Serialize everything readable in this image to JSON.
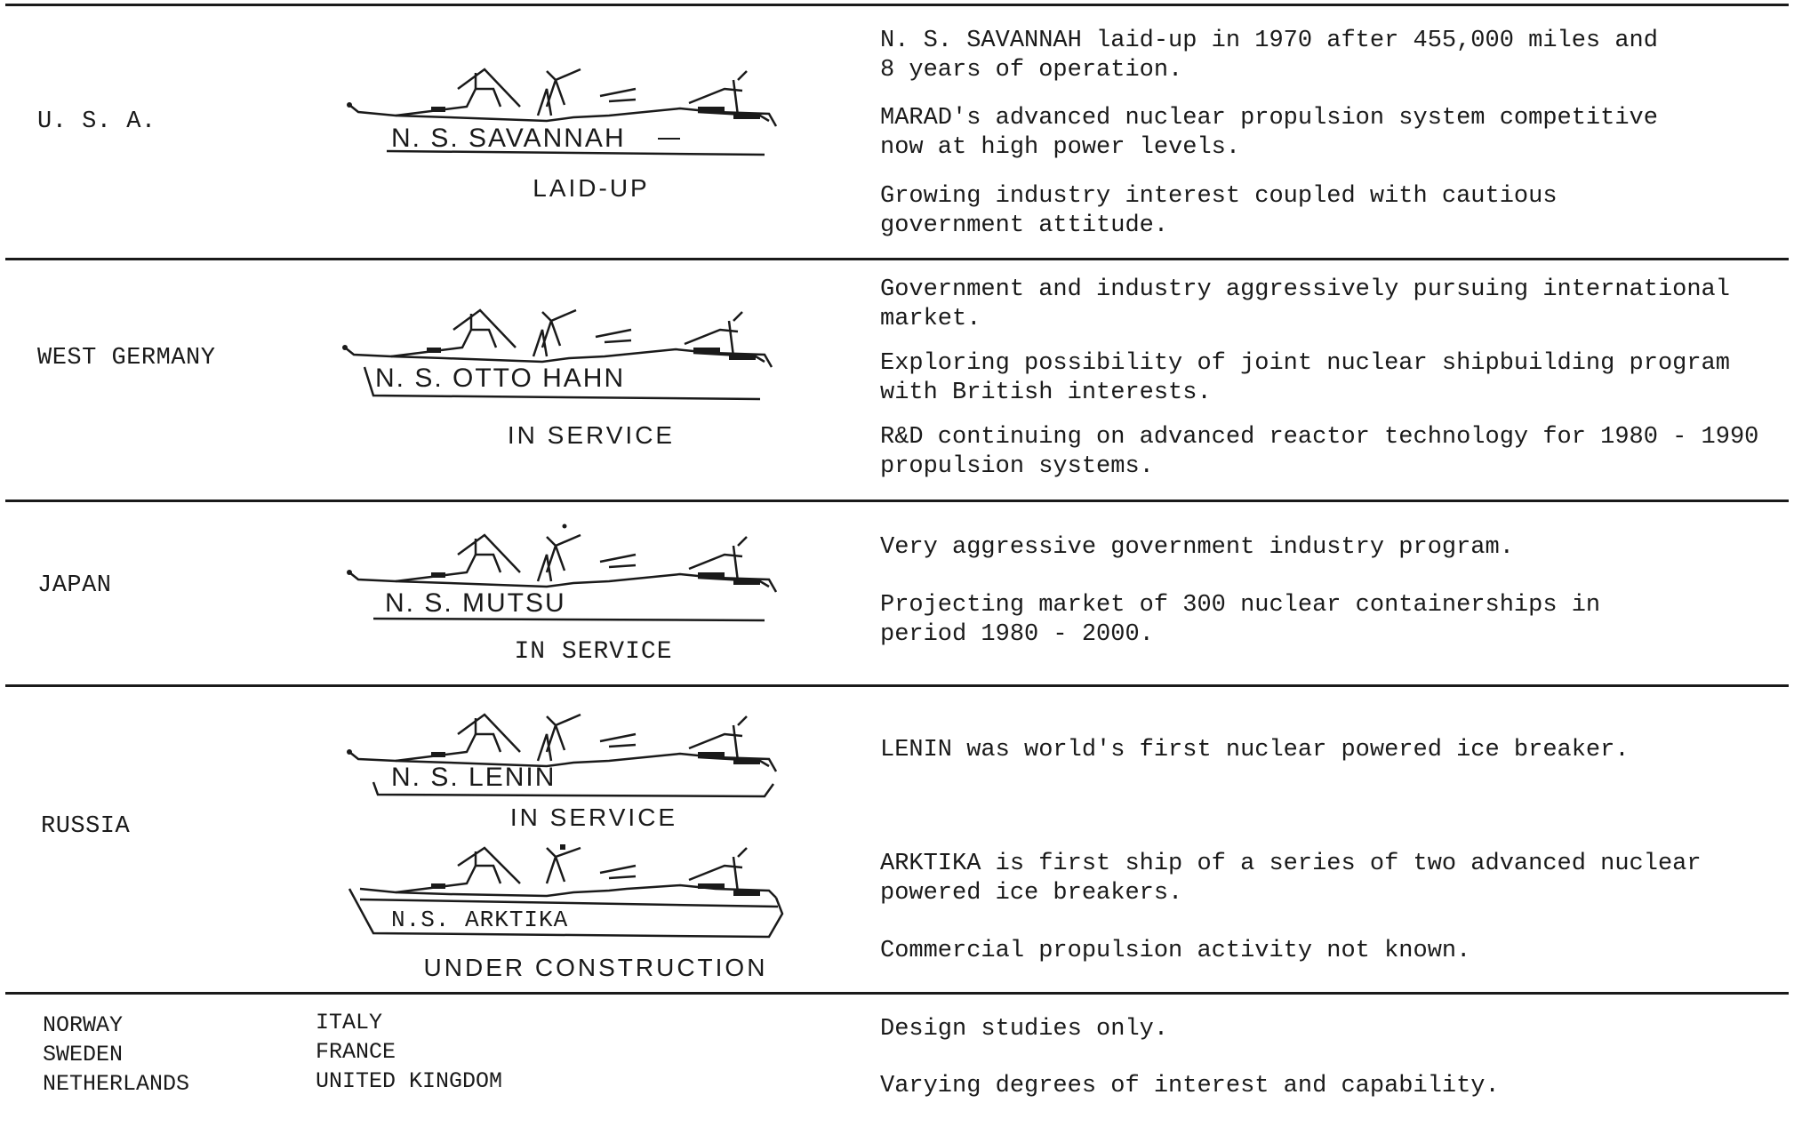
{
  "rows": [
    {
      "country": "U. S. A.",
      "ship_name": "N. S. SAVANNAH",
      "status": "LAID-UP",
      "notes": [
        "N. S. SAVANNAH laid-up in 1970 after 455,000 miles and\n8 years of operation.",
        "MARAD's advanced nuclear propulsion system competitive\nnow at high power levels.",
        "Growing industry interest coupled with cautious\ngovernment attitude."
      ]
    },
    {
      "country": "WEST GERMANY",
      "ship_name": "N. S. OTTO HAHN",
      "status": "IN SERVICE",
      "notes": [
        "Government and industry aggressively pursuing international\nmarket.",
        "Exploring possibility of joint nuclear shipbuilding program\nwith British interests.",
        "R&D continuing on advanced reactor technology for 1980 - 1990\npropulsion systems."
      ]
    },
    {
      "country": "JAPAN",
      "ship_name": "N. S. MUTSU",
      "status": "IN SERVICE",
      "notes": [
        "Very aggressive government industry program.",
        "Projecting market of 300 nuclear containerships in\nperiod 1980 - 2000."
      ]
    },
    {
      "country": "RUSSIA",
      "ships": [
        {
          "ship_name": "N. S. LENIN",
          "status": "IN SERVICE"
        },
        {
          "ship_name": "N.S. ARKTIKA",
          "status": "UNDER CONSTRUCTION"
        }
      ],
      "notes": [
        "LENIN was world's first nuclear powered ice breaker.",
        "ARKTIKA is first ship of a series of two advanced nuclear\npowered ice breakers.",
        "Commercial propulsion activity not known."
      ]
    }
  ],
  "others": {
    "group_1": "NORWAY\nSWEDEN\nNETHERLANDS",
    "group_2": "ITALY\nFRANCE\nUNITED KINGDOM",
    "notes": [
      "Design studies only.",
      "Varying degrees of interest and capability."
    ]
  }
}
